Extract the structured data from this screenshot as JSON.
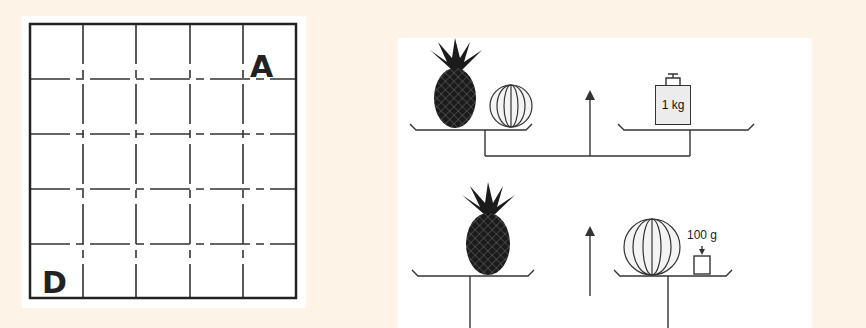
{
  "diagram": {
    "nodes": [
      {
        "text": [
          "1 kg"
        ]
      }
    ],
    "labels": [
      "A",
      "D",
      "100 g"
    ]
  }
}
